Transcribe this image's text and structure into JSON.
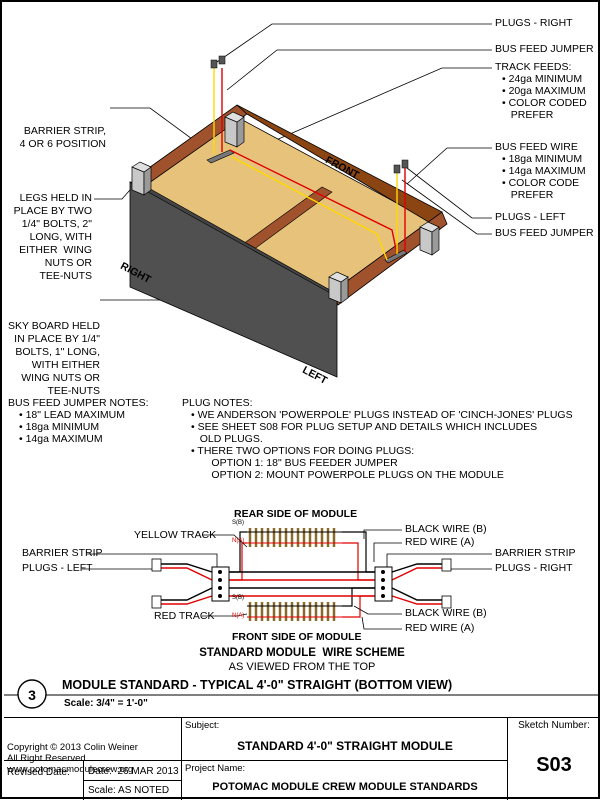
{
  "callouts_right": {
    "plugs_right": "PLUGS - RIGHT",
    "bus_feed_jumper_top": "BUS FEED JUMPER",
    "track_feeds": "TRACK FEEDS:",
    "track_feeds_items": [
      "• 24ga MINIMUM",
      "• 20ga MAXIMUM",
      "• COLOR CODED",
      "   PREFER"
    ],
    "bus_feed_wire": "BUS FEED WIRE",
    "bus_feed_wire_items": [
      "• 18ga MINIMUM",
      "• 14ga MAXIMUM",
      "• COLOR CODE",
      "   PREFER"
    ],
    "plugs_left": "PLUGS - LEFT",
    "bus_feed_jumper_bottom": "BUS FEED JUMPER"
  },
  "callouts_left": {
    "barrier_strip": [
      "BARRIER STRIP,",
      "4 OR 6 POSITION"
    ],
    "legs": [
      "LEGS HELD IN",
      "PLACE BY TWO",
      "1/4\" BOLTS, 2\"",
      "LONG, WITH",
      "EITHER  WING",
      "NUTS OR",
      "TEE-NUTS"
    ],
    "sky_board": [
      "SKY BOARD HELD",
      "IN PLACE BY 1/4\"",
      "BOLTS, 1\" LONG,",
      "WITH EITHER",
      "WING NUTS OR",
      "TEE-NUTS"
    ]
  },
  "module_labels": {
    "front": "FRONT",
    "right": "RIGHT",
    "left": "LEFT"
  },
  "jumper_notes": {
    "title": "BUS FEED JUMPER NOTES:",
    "items": [
      "• 18\" LEAD MAXIMUM",
      "• 18ga MINIMUM",
      "• 14ga MAXIMUM"
    ]
  },
  "plug_notes": {
    "title": "PLUG NOTES:",
    "items": [
      "• WE ANDERSON 'POWERPOLE' PLUGS INSTEAD OF 'CINCH-JONES' PLUGS",
      "• SEE SHEET S08 FOR PLUG SETUP AND DETAILS WHICH INCLUDES",
      "   OLD PLUGS.",
      "• THERE TWO OPTIONS FOR DOING PLUGS:",
      "       OPTION 1: 18\" BUS FEEDER JUMPER",
      "       OPTION 2: MOUNT POWERPOLE PLUGS ON THE MODULE"
    ]
  },
  "wire_scheme": {
    "rear_side": "REAR SIDE OF MODULE",
    "front_side": "FRONT SIDE OF MODULE",
    "yellow_track": "YELLOW TRACK",
    "red_track": "RED TRACK",
    "barrier_strip_left": "BARRIER STRIP",
    "plugs_left": "PLUGS - LEFT",
    "barrier_strip_right": "BARRIER STRIP",
    "plugs_right": "PLUGS - RIGHT",
    "black_wire_top": "BLACK WIRE (B)",
    "red_wire_top": "RED WIRE (A)",
    "black_wire_bottom": "BLACK WIRE (B)",
    "red_wire_bottom": "RED WIRE (A)",
    "rail_label_s": "S(B)",
    "rail_label_n": "N(A)",
    "title": "STANDARD MODULE  WIRE SCHEME",
    "subtitle": "AS VIEWED FROM THE TOP"
  },
  "drawing": {
    "number": "3",
    "title": "MODULE STANDARD - TYPICAL 4'-0\" STRAIGHT (BOTTOM VIEW)",
    "scale": "Scale: 3/4\" = 1'-0\""
  },
  "title_block": {
    "copyright": [
      "Copyright © 2013 Colin Weiner",
      "All Right Reserved",
      "www.potomacmodulecrew.org"
    ],
    "subject_label": "Subject:",
    "subject": "STANDARD 4'-0\" STRAIGHT MODULE",
    "sketch_label": "Sketch Number:",
    "sketch_number": "S03",
    "revised_label": "Revised Date:",
    "date": "Date:  26 MAR 2013",
    "scale": "Scale: AS NOTED",
    "project_label": "Project Name:",
    "project": "POTOMAC MODULE CREW MODULE STANDARDS"
  },
  "colors": {
    "wood": "#a0522d",
    "board": "#e6c27a",
    "skyboard": "#505050",
    "red_wire": "#e00000",
    "yellow_wire": "#ffd800",
    "leg": "#c8c8c8"
  }
}
